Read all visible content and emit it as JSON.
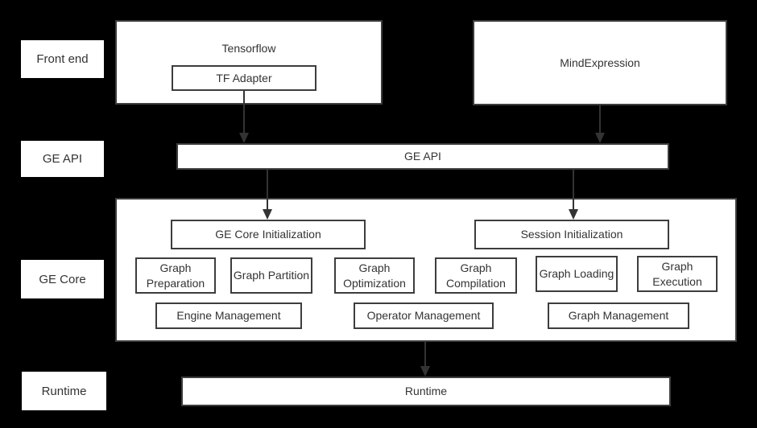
{
  "rail": {
    "front_end": "Front end",
    "ge_api": "GE API",
    "ge_core": "GE Core",
    "runtime": "Runtime"
  },
  "diagram": {
    "tensorflow": "Tensorflow",
    "tf_adapter": "TF Adapter",
    "mind_expression": "MindExpression",
    "ge_api_bar": "GE API",
    "ge_core_initialization": "GE Core Initialization",
    "session_initialization": "Session Initialization",
    "modules": [
      "Graph Preparation",
      "Graph Partition",
      "Graph Optimization",
      "Graph Compilation",
      "Graph Loading",
      "Graph Execution"
    ],
    "management": [
      "Engine Management",
      "Operator Management",
      "Graph Management"
    ],
    "runtime_bar": "Runtime"
  },
  "colors": {
    "background": "#000000",
    "box_fill": "#ffffff",
    "box_border": "#3d3d3d",
    "text": "#333333",
    "arrow": "#333333"
  }
}
